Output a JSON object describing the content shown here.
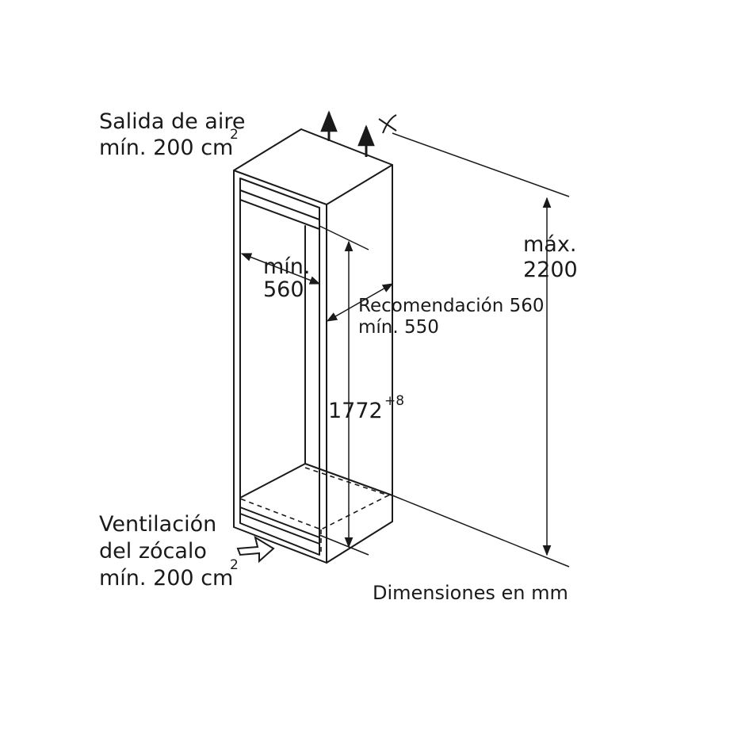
{
  "labels": {
    "air_outlet_line1": "Salida de aire",
    "air_outlet_line2": "mín. 200 cm",
    "air_outlet_sup": "2",
    "depth_line1": "mín.",
    "depth_line2": "560",
    "recommend_line1": "Recomendación 560",
    "recommend_line2": "mín. 550",
    "niche_height": "1772",
    "niche_height_sup": "+8",
    "max_line1": "máx.",
    "max_line2": "2200",
    "plinth_line1": "Ventilación",
    "plinth_line2": "del zócalo",
    "plinth_line3": "mín. 200 cm",
    "plinth_sup": "2",
    "units_note": "Dimensiones en mm"
  },
  "colors": {
    "line": "#1a1a1a",
    "background": "#ffffff"
  }
}
